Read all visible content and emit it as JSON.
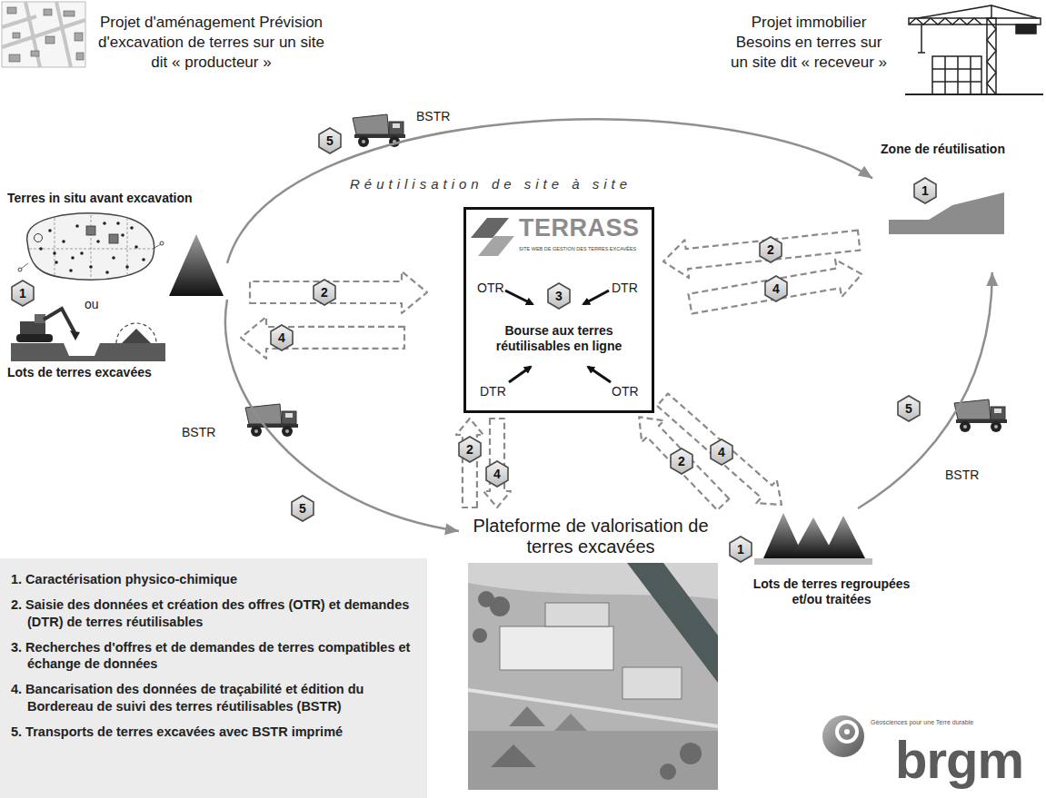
{
  "diagram": {
    "nodes": [
      {
        "text": [
          "Terres in situ avant excavation",
          "ou",
          "Lots de terres excavées"
        ]
      },
      {
        "text": [
          "TERRASS",
          "SITE WEB DE GESTION DES TERRES EXCAVÉES",
          "OTR",
          "DTR",
          "3",
          "Bourse aux terres réutilisables en ligne",
          "DTR",
          "OTR"
        ]
      },
      {
        "text": [
          "Zone de réutilisation"
        ]
      },
      {
        "text": [
          "Plateforme de valorisation de terres excavées"
        ]
      },
      {
        "text": [
          "Lots de terres regroupées et/ou traitées"
        ]
      },
      {
        "text": [
          "1. Caractérisation physico-chimique",
          "2. Saisie des données et création des offres (OTR) et demandes (DTR) de terres réutilisables",
          "3. Recherches d'offres et de demandes de terres compatibles et échange de données",
          "4. Bancarisation des données de traçabilité et édition du Bordereau de suivi des terres réutilisables (BSTR)",
          "5. Transports de terres excavées avec BSTR imprimé"
        ]
      }
    ],
    "edges": [
      {
        "from": 0,
        "to": 2,
        "arrow": "to",
        "label": "Réutilisation de site à site"
      },
      {
        "from": 0,
        "to": 3,
        "arrow": "to"
      },
      {
        "from": 4,
        "to": 2,
        "arrow": "to"
      },
      {
        "from": 0,
        "to": 1,
        "arrow": "to",
        "label": "2"
      },
      {
        "from": 1,
        "to": 0,
        "arrow": "to",
        "label": "4"
      },
      {
        "from": 2,
        "to": 1,
        "arrow": "to",
        "label": "2"
      },
      {
        "from": 1,
        "to": 2,
        "arrow": "to",
        "label": "4"
      },
      {
        "from": 3,
        "to": 1,
        "arrow": "to",
        "label": "2"
      },
      {
        "from": 1,
        "to": 3,
        "arrow": "to",
        "label": "4"
      },
      {
        "from": 4,
        "to": 1,
        "arrow": "to",
        "label": "2"
      },
      {
        "from": 1,
        "to": 4,
        "arrow": "to",
        "label": "4"
      }
    ],
    "labels": [
      "Projet d'aménagement Prévision d'excavation de terres sur un site dit « producteur »",
      "Projet immobilier Besoins en terres sur un site dit « receveur »",
      "1",
      "BSTR",
      "5",
      "1",
      "BSTR",
      "5",
      "1",
      "5",
      "BSTR",
      "Géosciences pour une Terre durable",
      "brgm"
    ]
  }
}
